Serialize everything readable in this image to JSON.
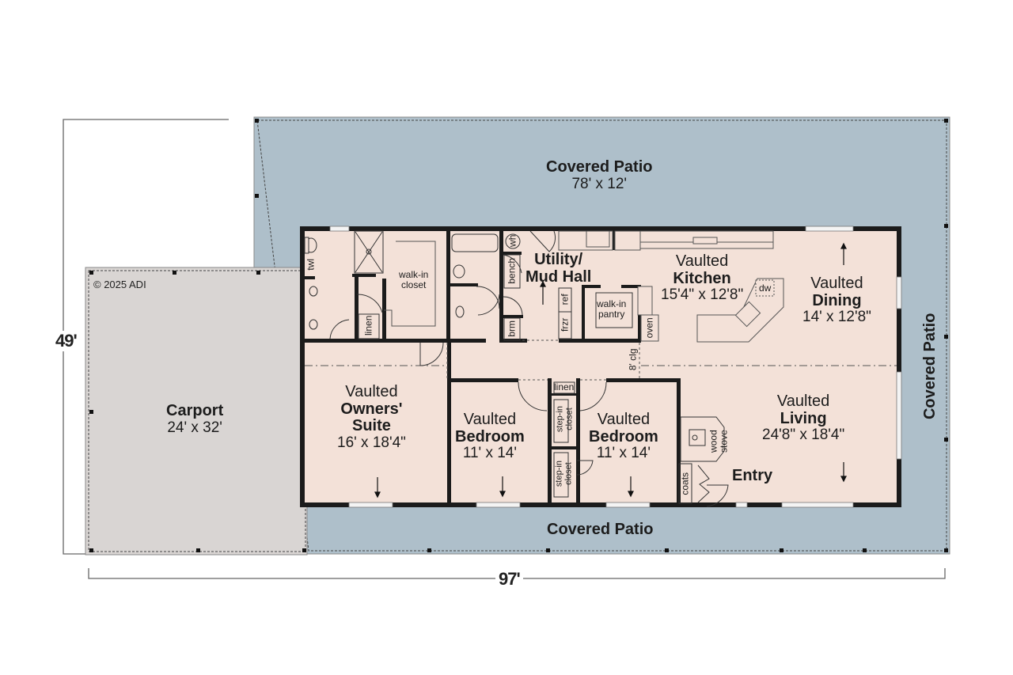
{
  "colors": {
    "patio": "#aebfca",
    "carport": "#d9d5d3",
    "interior": "#f3e1d8",
    "wall": "#1b1b1b",
    "background": "#ffffff"
  },
  "copyright": "© 2025 ADI",
  "dimensions": {
    "overall_width": "97'",
    "overall_depth": "49'"
  },
  "outdoor": {
    "covered_patio_top": {
      "name": "Covered Patio",
      "size": "78' x 12'"
    },
    "covered_patio_bottom": {
      "name": "Covered Patio"
    },
    "covered_patio_right": {
      "name": "Covered Patio"
    },
    "carport": {
      "name": "Carport",
      "size": "24' x 32'"
    }
  },
  "rooms": {
    "utility": {
      "line1": "Utility/",
      "line2": "Mud Hall"
    },
    "kitchen": {
      "prefix": "Vaulted",
      "name": "Kitchen",
      "size": "15'4\" x 12'8\""
    },
    "dining": {
      "prefix": "Vaulted",
      "name": "Dining",
      "size": "14' x 12'8\""
    },
    "owners_suite": {
      "prefix": "Vaulted",
      "name1": "Owners'",
      "name2": "Suite",
      "size": "16' x 18'4\""
    },
    "bedroom_1": {
      "prefix": "Vaulted",
      "name": "Bedroom",
      "size": "11' x 14'"
    },
    "bedroom_2": {
      "prefix": "Vaulted",
      "name": "Bedroom",
      "size": "11' x 14'"
    },
    "living": {
      "prefix": "Vaulted",
      "name": "Living",
      "size": "24'8\" x 18'4\""
    },
    "entry": {
      "name": "Entry"
    }
  },
  "fixtures": {
    "walk_in_closet": "walk-in\ncloset",
    "walk_in_closet_l1": "walk-in",
    "walk_in_closet_l2": "closet",
    "twl": "twl",
    "linen_owner": "linen",
    "bench": "bench",
    "wh": "wh",
    "brm": "brm",
    "ref": "ref",
    "frzr": "frzr",
    "pantry_l1": "walk-in",
    "pantry_l2": "pantry",
    "oven": "oven",
    "dw": "dw",
    "ceiling": "8' clg",
    "linen_hall": "linen",
    "step_in_closet_1_l1": "step-in",
    "step_in_closet_1_l2": "closet",
    "step_in_closet_2_l1": "step-in",
    "step_in_closet_2_l2": "closet",
    "coats": "coats",
    "wood_stove_l1": "wood",
    "wood_stove_l2": "stove"
  }
}
